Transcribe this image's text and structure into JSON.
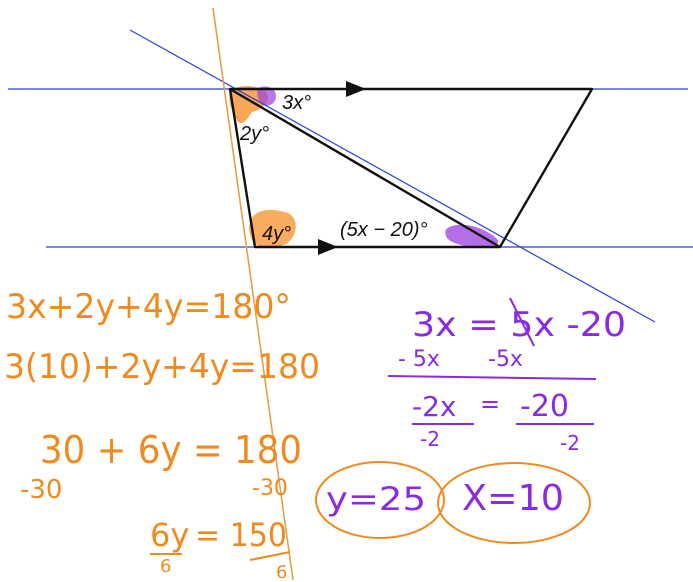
{
  "diagram": {
    "angle_labels": {
      "top_left_right": "3x°",
      "top_left_down": "2y°",
      "bottom_left": "4y°",
      "bottom_right": "(5x − 20)°"
    }
  },
  "work_left": {
    "line1": "3x+2y+4y=180°",
    "line2": "3(10)+2y+4y=180",
    "line3": "30 + 6y = 180",
    "line3_sub_left": "-30",
    "line3_sub_right": "-30",
    "line4_left": "6y",
    "line4_right": "= 150",
    "line4_div_left": "6",
    "line4_div_right": "6"
  },
  "work_right": {
    "line1": "3x = 5x -20",
    "line2_a": "- 5x",
    "line2_b": "-5x",
    "line3_left": "-2x",
    "line3_eq": "=",
    "line3_right": "-20",
    "line3_div_left": "-2",
    "line3_div_right": "-2",
    "answer_y": "y=25",
    "answer_x": "X=10"
  },
  "colors": {
    "reference_line": "#2b3fd8",
    "figure_stroke": "#111111",
    "transversal": "#e0a24a",
    "highlight_orange": "#f5891f",
    "highlight_purple": "#9b3fe0",
    "ink_orange": "#f08a1e",
    "ink_purple": "#8a2be2"
  }
}
